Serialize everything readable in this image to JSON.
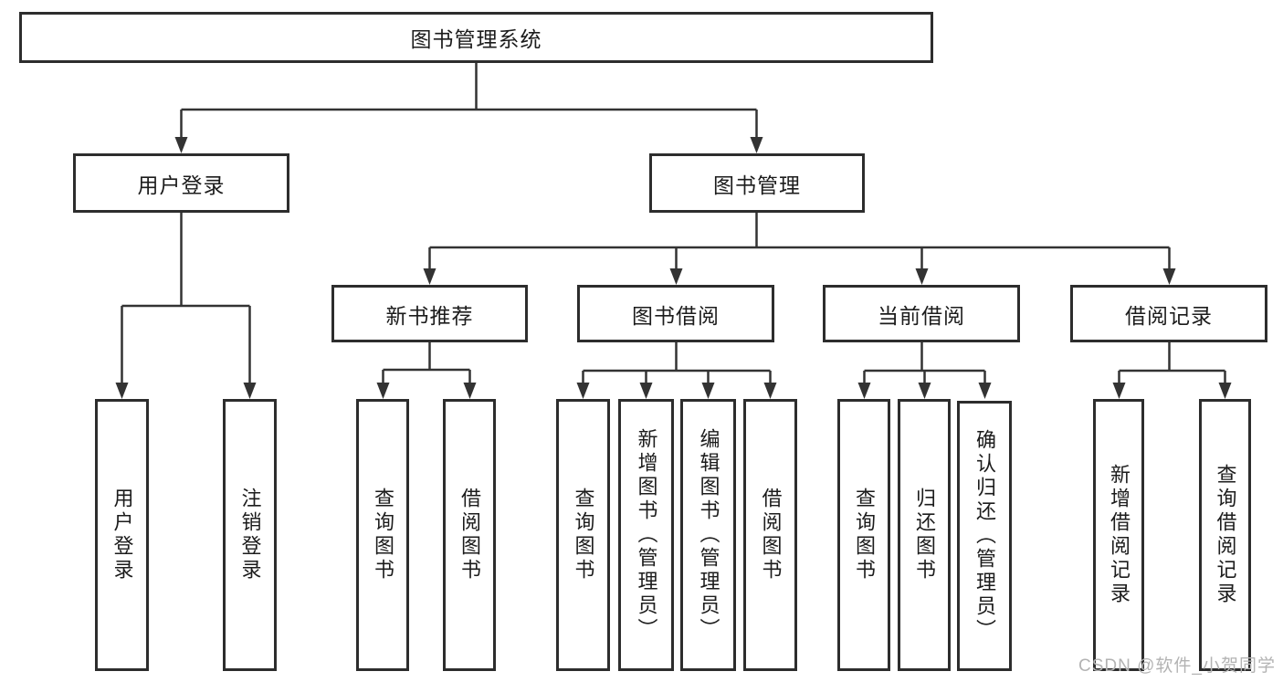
{
  "diagram": {
    "root": "图书管理系统",
    "login": {
      "label": "用户登录",
      "children": [
        "用户登录",
        "注销登录"
      ]
    },
    "management": {
      "label": "图书管理",
      "groups": [
        {
          "label": "新书推荐",
          "children": [
            "查询图书",
            "借阅图书"
          ]
        },
        {
          "label": "图书借阅",
          "children": [
            "查询图书",
            "新增图书（管理员）",
            "编辑图书（管理员）",
            "借阅图书"
          ]
        },
        {
          "label": "当前借阅",
          "children": [
            "查询图书",
            "归还图书",
            "确认归还（管理员）"
          ]
        },
        {
          "label": "借阅记录",
          "children": [
            "新增借阅记录",
            "查询借阅记录"
          ]
        }
      ]
    }
  },
  "watermark": "CSDN @软件_小贺同学",
  "colors": {
    "line": "#333333",
    "box_border": "#2d2d2d",
    "box_background": "#ffffff",
    "text": "#1c1c1c",
    "watermark": "#b3b3b3",
    "page_background": "#ffffff"
  }
}
